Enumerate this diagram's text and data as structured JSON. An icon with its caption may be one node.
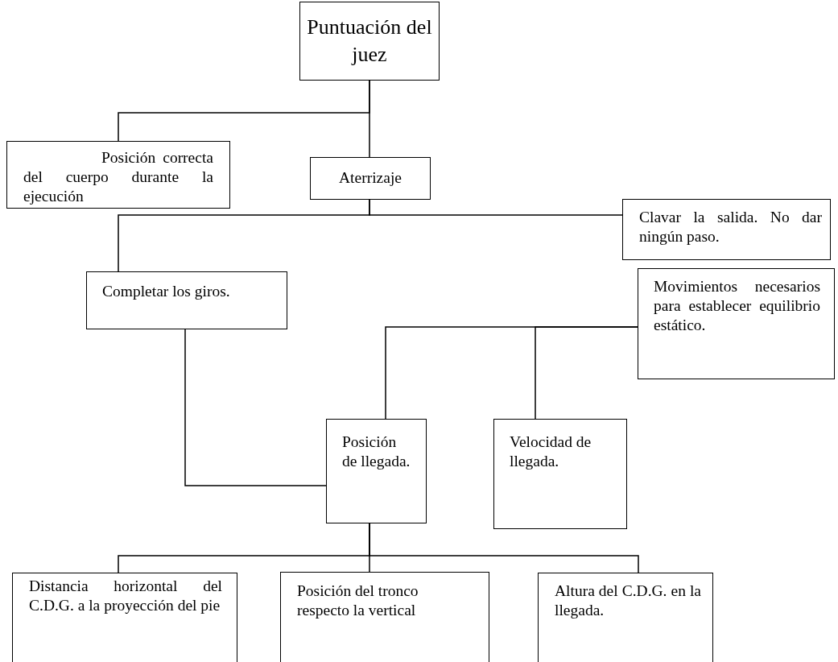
{
  "diagram": {
    "nodes": [
      {
        "text": [
          "Puntuación del juez"
        ]
      },
      {
        "text": [
          "Posición correcta del cuerpo durante la ejecución"
        ]
      },
      {
        "text": [
          "Aterrizaje"
        ]
      },
      {
        "text": [
          "Clavar la salida. No dar ningún paso."
        ]
      },
      {
        "text": [
          "Completar los giros."
        ]
      },
      {
        "text": [
          "Movimientos necesarios para establecer equilibrio estático."
        ]
      },
      {
        "text": [
          "Posición de llegada."
        ]
      },
      {
        "text": [
          "Velocidad de llegada."
        ]
      },
      {
        "text": [
          "Distancia horizontal del C.D.G. a la proyección del pie"
        ]
      },
      {
        "text": [
          "Posición del tronco respecto la vertical"
        ]
      },
      {
        "text": [
          "Altura del C.D.G. en la llegada."
        ]
      }
    ],
    "edges": [
      {
        "from": 0,
        "to": 1,
        "arrow": "none"
      },
      {
        "from": 0,
        "to": 2,
        "arrow": "none"
      },
      {
        "from": 2,
        "to": 3,
        "arrow": "none"
      },
      {
        "from": 2,
        "to": 4,
        "arrow": "none"
      },
      {
        "from": 4,
        "to": 6,
        "arrow": "none"
      },
      {
        "from": 5,
        "to": 6,
        "arrow": "none"
      },
      {
        "from": 5,
        "to": 7,
        "arrow": "none"
      },
      {
        "from": 6,
        "to": 8,
        "arrow": "none"
      },
      {
        "from": 6,
        "to": 9,
        "arrow": "none"
      },
      {
        "from": 6,
        "to": 10,
        "arrow": "none"
      }
    ]
  }
}
